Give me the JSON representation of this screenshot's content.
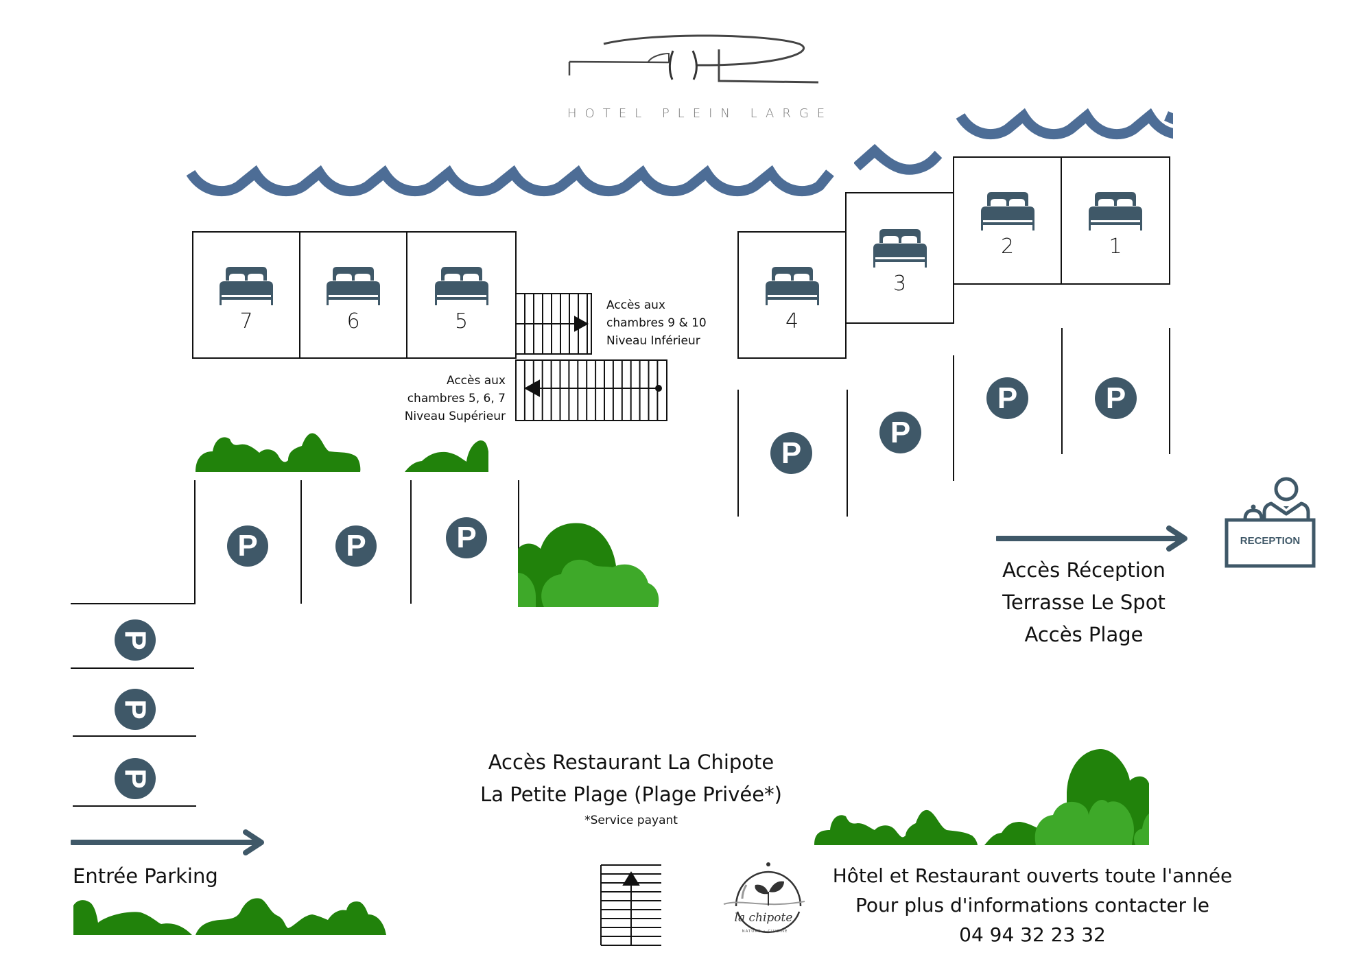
{
  "brand": {
    "hotel_logo_text": "HOTEL PLEIN LARGE",
    "restaurant_logo_name": "la chipote",
    "restaurant_logo_tagline": "NATURE • CUISINE"
  },
  "colors": {
    "water": "#4d6d96",
    "icon_slate": "#3f5868",
    "bush_dark": "#21820b",
    "bush_light": "#3ea929",
    "outline": "#111111"
  },
  "rooms": [
    {
      "number": "7",
      "icon": "bed-icon"
    },
    {
      "number": "6",
      "icon": "bed-icon"
    },
    {
      "number": "5",
      "icon": "bed-icon"
    },
    {
      "number": "4",
      "icon": "bed-icon"
    },
    {
      "number": "3",
      "icon": "bed-icon"
    },
    {
      "number": "2",
      "icon": "bed-icon"
    },
    {
      "number": "1",
      "icon": "bed-icon"
    }
  ],
  "parking": {
    "icon": "parking-icon",
    "glyph": "P",
    "left_row_count": 3,
    "left_column_count": 3,
    "right_row_count": 4
  },
  "stairs": {
    "lower_access": [
      "Accès aux",
      "chambres 9 & 10",
      "Niveau Inférieur"
    ],
    "upper_access": [
      "Accès aux",
      "chambres 5, 6, 7",
      "Niveau Supérieur"
    ]
  },
  "reception": {
    "desk_label": "RECEPTION",
    "access_lines": [
      "Accès Réception",
      "Terrasse Le Spot",
      "Accès Plage"
    ]
  },
  "parking_entry": {
    "label": "Entrée Parking"
  },
  "restaurant_access": {
    "lines": [
      "Accès Restaurant La Chipote",
      "La Petite Plage (Plage Privée*)"
    ],
    "footnote": "*Service payant"
  },
  "info": {
    "lines": [
      "Hôtel et Restaurant ouverts toute l'année",
      "Pour plus d'informations contacter le"
    ],
    "phone": "04 94 32 23 32"
  }
}
